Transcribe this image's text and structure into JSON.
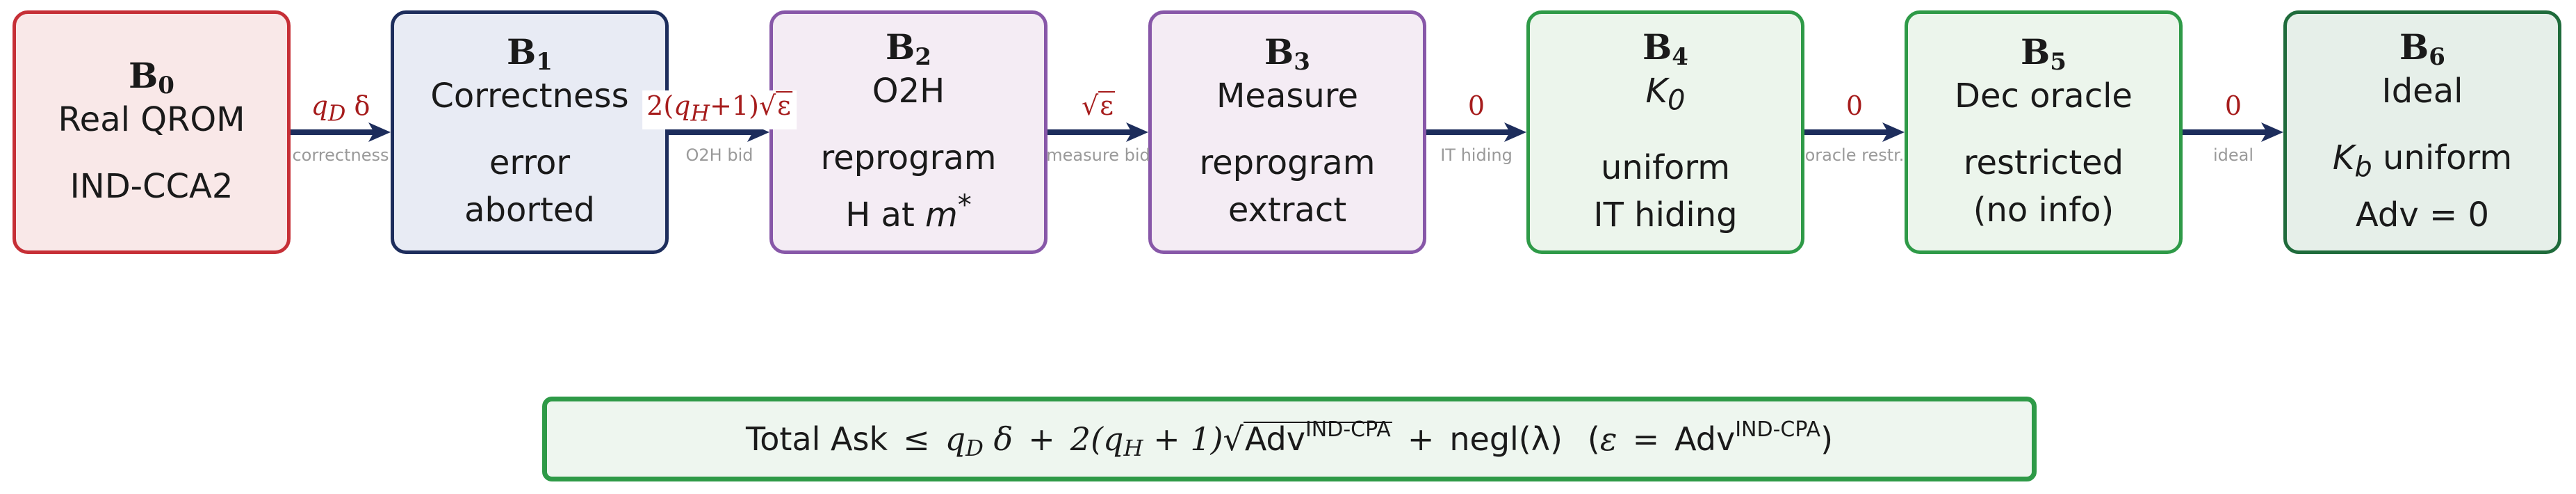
{
  "blocks": [
    {
      "id": "B0",
      "title": "B",
      "sub": "0",
      "line1": "Real QROM",
      "line2": "IND-CCA2",
      "line3": ""
    },
    {
      "id": "B1",
      "title": "B",
      "sub": "1",
      "line1": "Correctness",
      "line2": "error",
      "line3": "aborted"
    },
    {
      "id": "B2",
      "title": "B",
      "sub": "2",
      "line1": "O2H",
      "line2": "reprogram",
      "line3": "H at m*"
    },
    {
      "id": "B3",
      "title": "B",
      "sub": "3",
      "line1": "Measure",
      "line2": "reprogram",
      "line3": "extract"
    },
    {
      "id": "B4",
      "title": "B",
      "sub": "4",
      "line1": "K_0",
      "line2": "uniform",
      "line3": "IT hiding"
    },
    {
      "id": "B5",
      "title": "B",
      "sub": "5",
      "line1": "Dec oracle",
      "line2": "restricted",
      "line3": "(no info)"
    },
    {
      "id": "B6",
      "title": "B",
      "sub": "6",
      "line1": "Ideal",
      "line2": "K_b uniform",
      "line3": "Adv = 0"
    }
  ],
  "edges": [
    {
      "from": "B0",
      "to": "B1",
      "weight": "q_D δ",
      "label": "correctness"
    },
    {
      "from": "B1",
      "to": "B2",
      "weight": "2(q_H+1)√ε",
      "label": "O2H bid"
    },
    {
      "from": "B2",
      "to": "B3",
      "weight": "√ε",
      "label": "measure bid"
    },
    {
      "from": "B3",
      "to": "B4",
      "weight": "0",
      "label": "IT hiding"
    },
    {
      "from": "B4",
      "to": "B5",
      "weight": "0",
      "label": "oracle restr."
    },
    {
      "from": "B5",
      "to": "B6",
      "weight": "0",
      "label": "ideal"
    }
  ],
  "summary": {
    "lhs": "Total Ask",
    "relation": "≤",
    "term1": "q_D δ",
    "plus1": "+",
    "term2_prefix": "2(q_H + 1)",
    "adv": "Adv",
    "adv_sup": "IND-CPA",
    "plus2": "+",
    "negl": "negl(λ)",
    "eps_symbol": "ε",
    "equals": "=",
    "eps_adv": "Adv",
    "eps_adv_sup": "IND-CPA"
  },
  "colors": {
    "arrow": "#1d2d5c",
    "weight": "#a61c1c",
    "edge_label": "#9a9a9a"
  }
}
